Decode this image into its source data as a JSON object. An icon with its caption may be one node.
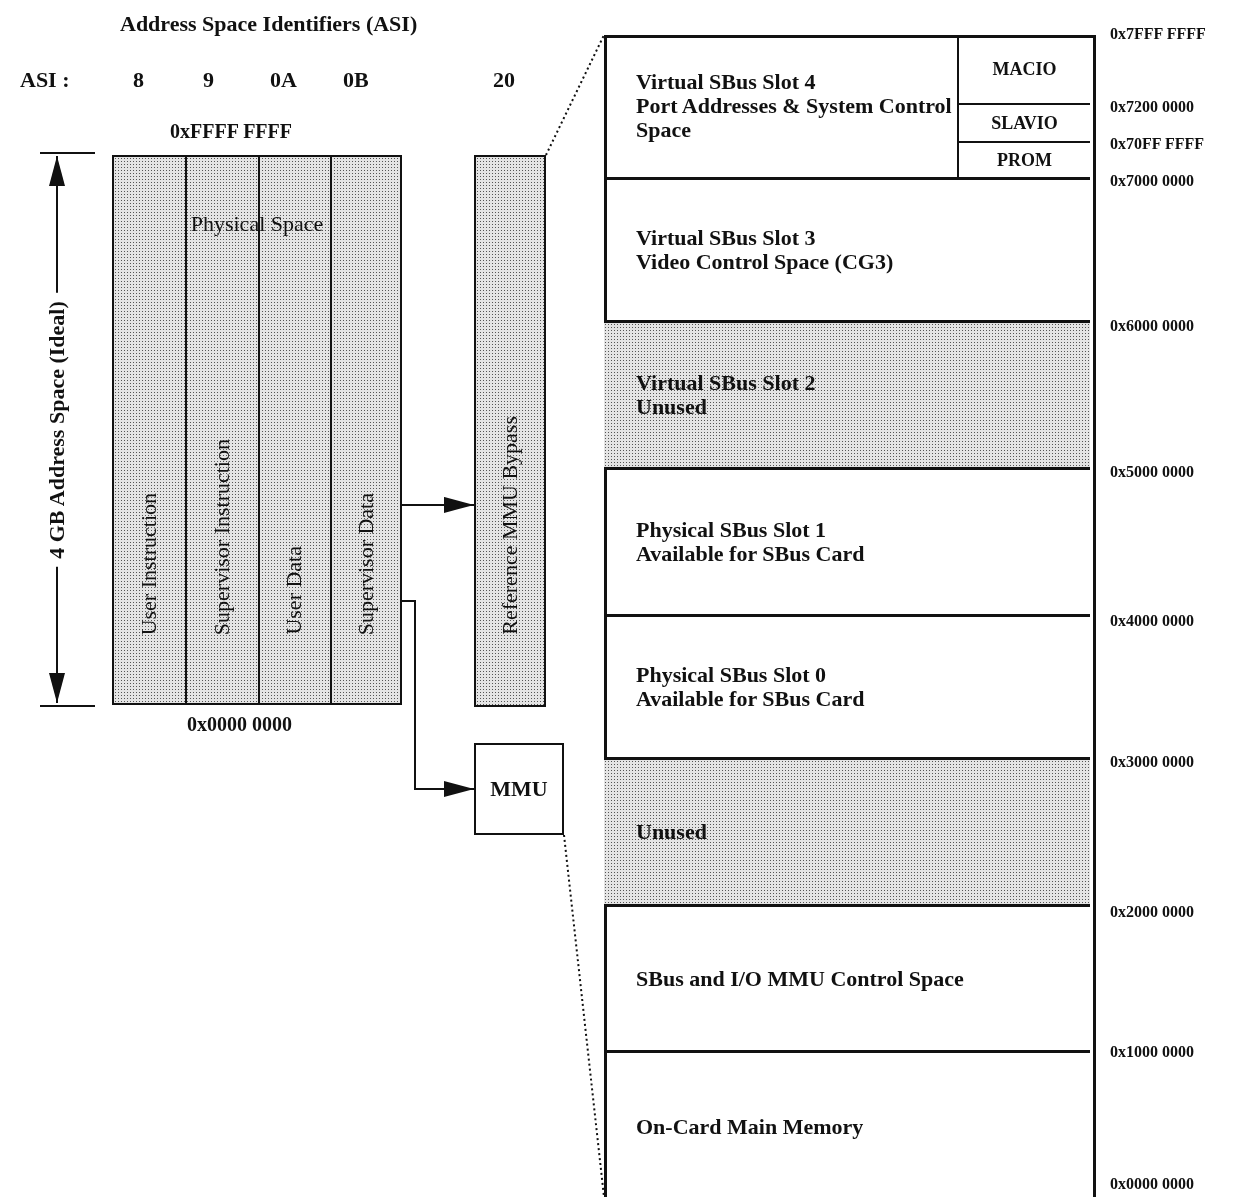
{
  "diagram": {
    "title": "Address Space Identifiers (ASI)",
    "nodes": [
      {
        "text": [
          "Physical Space"
        ]
      },
      {
        "text": [
          "User Instruction"
        ],
        "in": 0
      },
      {
        "text": [
          "Supervisor Instruction"
        ],
        "in": 0
      },
      {
        "text": [
          "User Data"
        ],
        "in": 0
      },
      {
        "text": [
          "Supervisor Data"
        ],
        "in": 0
      },
      {
        "text": [
          "Reference MMU Bypass"
        ]
      },
      {
        "text": [
          "MMU"
        ]
      },
      {
        "text": [],
        "shape": "box"
      },
      {
        "text": [
          "Virtual SBus Slot 4",
          "Port Addresses & System Control Space"
        ],
        "in": 7
      },
      {
        "text": [
          "MACIO"
        ],
        "in": 8
      },
      {
        "text": [
          "SLAVIO"
        ],
        "in": 8
      },
      {
        "text": [
          "PROM"
        ],
        "in": 8
      },
      {
        "text": [
          "Virtual SBus Slot 3",
          "Video Control Space (CG3)"
        ],
        "in": 7
      },
      {
        "text": [
          "Virtual SBus Slot 2",
          "Unused"
        ],
        "in": 7
      },
      {
        "text": [
          "Physical SBus Slot 1",
          "Available for SBus Card"
        ],
        "in": 7
      },
      {
        "text": [
          "Physical SBus Slot 0",
          "Available for SBus Card"
        ],
        "in": 7
      },
      {
        "text": [
          "Unused"
        ],
        "in": 7
      },
      {
        "text": [
          "SBus and I/O MMU Control Space"
        ],
        "in": 7
      },
      {
        "text": [
          "On-Card Main Memory"
        ],
        "in": 7
      }
    ],
    "edges": [
      {
        "from": 4,
        "to": 5,
        "arrow": "to"
      },
      {
        "from": 4,
        "to": 6,
        "arrow": "to"
      },
      {
        "from": 5,
        "to": 7,
        "arrow": "none",
        "style": "dashed"
      },
      {
        "from": 6,
        "to": 7,
        "arrow": "none",
        "style": "dashed"
      }
    ],
    "labels": [
      "ASI :",
      "8",
      "9",
      "0A",
      "0B",
      "20",
      "0xFFFF FFFF",
      "4 GB Address Space (Ideal)",
      "0x0000 0000",
      "0x7FFF FFFF",
      "0x7200 0000",
      "0x70FF FFFF",
      "0x7000 0000",
      "0x6000 0000",
      "0x5000 0000",
      "0x4000 0000",
      "0x3000 0000",
      "0x2000 0000",
      "0x1000 0000",
      "0x0000 0000"
    ]
  }
}
